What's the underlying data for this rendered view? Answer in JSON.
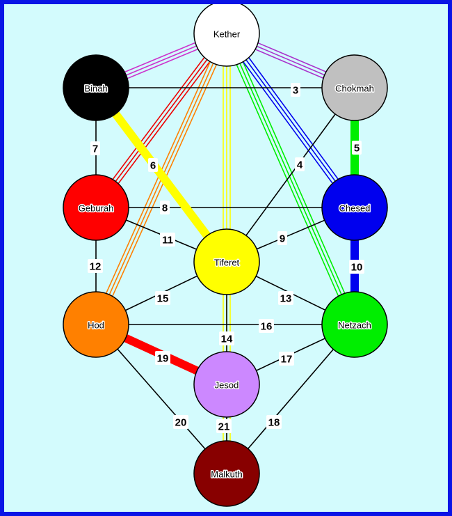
{
  "colors": {
    "border": "#0a14e6",
    "background": "#d3fbfd"
  },
  "sephiroth": [
    {
      "id": "kether",
      "label": "Kether",
      "fill": "#ffffff",
      "text": "#000000",
      "halo": "#ffffff"
    },
    {
      "id": "chokmah",
      "label": "Chokmah",
      "fill": "#c0c0c0",
      "text": "#000000",
      "halo": "#ffffff"
    },
    {
      "id": "binah",
      "label": "Binah",
      "fill": "#000000",
      "text": "#000000",
      "halo": "#ffffff"
    },
    {
      "id": "chesed",
      "label": "Chesed",
      "fill": "#0000ee",
      "text": "#000000",
      "halo": "#ffffff"
    },
    {
      "id": "geburah",
      "label": "Geburah",
      "fill": "#ff0000",
      "text": "#000000",
      "halo": "#ffffff"
    },
    {
      "id": "tiferet",
      "label": "Tiferet",
      "fill": "#ffff00",
      "text": "#000000",
      "halo": "#ffffff"
    },
    {
      "id": "netzach",
      "label": "Netzach",
      "fill": "#00ee00",
      "text": "#000000",
      "halo": "#ffffff"
    },
    {
      "id": "hod",
      "label": "Hod",
      "fill": "#ff8000",
      "text": "#000000",
      "halo": "#ffffff"
    },
    {
      "id": "jesod",
      "label": "Jesod",
      "fill": "#cc88ff",
      "text": "#000000",
      "halo": "#ffffff"
    },
    {
      "id": "malkuth",
      "label": "Malkuth",
      "fill": "#880000",
      "text": "#000000",
      "halo": "#ffffff"
    }
  ],
  "paths": [
    {
      "number": "3",
      "from": "binah",
      "to": "chokmah",
      "style": "thin"
    },
    {
      "number": "4",
      "from": "chokmah",
      "to": "tiferet",
      "style": "thin"
    },
    {
      "number": "5",
      "from": "chokmah",
      "to": "chesed",
      "style": "thick",
      "color": "#00ee00"
    },
    {
      "number": "6",
      "from": "binah",
      "to": "tiferet",
      "style": "thick",
      "color": "#ffff00"
    },
    {
      "number": "7",
      "from": "binah",
      "to": "geburah",
      "style": "thin"
    },
    {
      "number": "8",
      "from": "geburah",
      "to": "chesed",
      "style": "thin"
    },
    {
      "number": "9",
      "from": "chesed",
      "to": "tiferet",
      "style": "thin"
    },
    {
      "number": "10",
      "from": "chesed",
      "to": "netzach",
      "style": "thick",
      "color": "#0000ee"
    },
    {
      "number": "11",
      "from": "geburah",
      "to": "tiferet",
      "style": "thin"
    },
    {
      "number": "12",
      "from": "geburah",
      "to": "hod",
      "style": "thin"
    },
    {
      "number": "13",
      "from": "tiferet",
      "to": "netzach",
      "style": "thin"
    },
    {
      "number": "14",
      "from": "tiferet",
      "to": "jesod",
      "style": "thin"
    },
    {
      "number": "15",
      "from": "tiferet",
      "to": "hod",
      "style": "thin"
    },
    {
      "number": "16",
      "from": "hod",
      "to": "netzach",
      "style": "thin"
    },
    {
      "number": "17",
      "from": "jesod",
      "to": "netzach",
      "style": "thin"
    },
    {
      "number": "18",
      "from": "netzach",
      "to": "malkuth",
      "style": "thin"
    },
    {
      "number": "19",
      "from": "hod",
      "to": "jesod",
      "style": "thick",
      "color": "#ff0000"
    },
    {
      "number": "20",
      "from": "hod",
      "to": "malkuth",
      "style": "thin"
    },
    {
      "number": "21",
      "from": "jesod",
      "to": "malkuth",
      "style": "thin"
    }
  ],
  "rays": [
    {
      "from": "kether",
      "to": "binah",
      "color": "#cc33cc"
    },
    {
      "from": "kether",
      "to": "chokmah",
      "color": "#aa33cc"
    },
    {
      "from": "kether",
      "to": "geburah",
      "color": "#ee0000"
    },
    {
      "from": "kether",
      "to": "hod",
      "color": "#ff8000"
    },
    {
      "from": "kether",
      "to": "tiferet",
      "color": "#ffff00"
    },
    {
      "from": "kether",
      "to": "netzach",
      "color": "#00ee00"
    },
    {
      "from": "kether",
      "to": "chesed",
      "color": "#0000ee"
    },
    {
      "from": "tiferet",
      "to": "malkuth",
      "color": "#ffff00"
    }
  ]
}
